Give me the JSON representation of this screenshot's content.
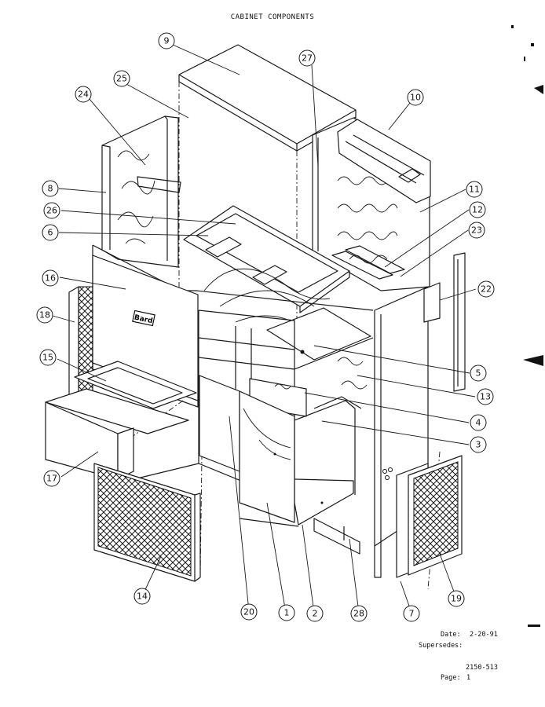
{
  "title": "CABINET COMPONENTS",
  "footer": {
    "date_label": "Date:",
    "date_value": "2-20-91",
    "supersedes_label": "Supersedes:",
    "doc_number": "2150-513",
    "page_label": "Page:",
    "page_value": "1"
  },
  "logo_text": "Bard",
  "callouts": [
    "9",
    "27",
    "25",
    "24",
    "10",
    "8",
    "11",
    "26",
    "12",
    "6",
    "23",
    "16",
    "22",
    "18",
    "5",
    "15",
    "13",
    "4",
    "3",
    "17",
    "14",
    "20",
    "1",
    "2",
    "28",
    "7",
    "19"
  ]
}
